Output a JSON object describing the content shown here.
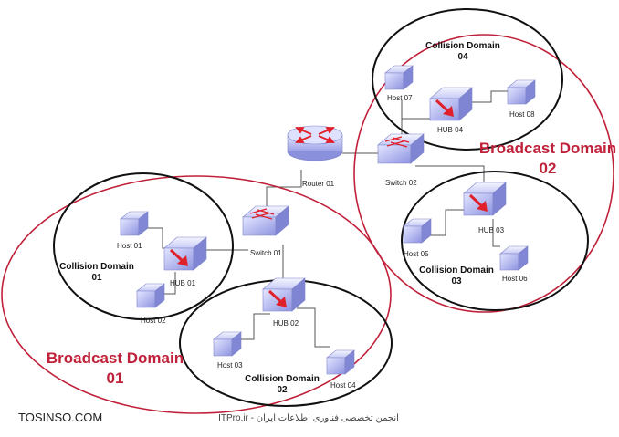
{
  "devices": {
    "router": "Router 01",
    "switch1": "Switch 01",
    "switch2": "Switch 02",
    "hub1": "HUB 01",
    "hub2": "HUB 02",
    "hub3": "HUB 03",
    "hub4": "HUB 04",
    "host1": "Host 01",
    "host2": "Host 02",
    "host3": "Host 03",
    "host4": "Host 04",
    "host5": "Host 05",
    "host6": "Host 06",
    "host7": "Host 07",
    "host8": "Host 08"
  },
  "collision_domains": [
    {
      "line1": "Collision Domain",
      "line2": "01"
    },
    {
      "line1": "Collision Domain",
      "line2": "02"
    },
    {
      "line1": "Collision Domain",
      "line2": "03"
    },
    {
      "line1": "Collision Domain",
      "line2": "04"
    }
  ],
  "broadcast_domains": [
    {
      "line1": "Broadcast Domain",
      "line2": "01"
    },
    {
      "line1": "Broadcast Domain",
      "line2": "02"
    }
  ],
  "footer": {
    "left": "TOSINSO.COM",
    "center": "ITPro.ir - انجمن تخصصی فناوری اطلاعات ایران"
  },
  "colors": {
    "broadcast_ring": "#c0213a",
    "collision_ring": "#111111",
    "device_face": "#b9bdf0",
    "arrow": "#e0202a"
  }
}
